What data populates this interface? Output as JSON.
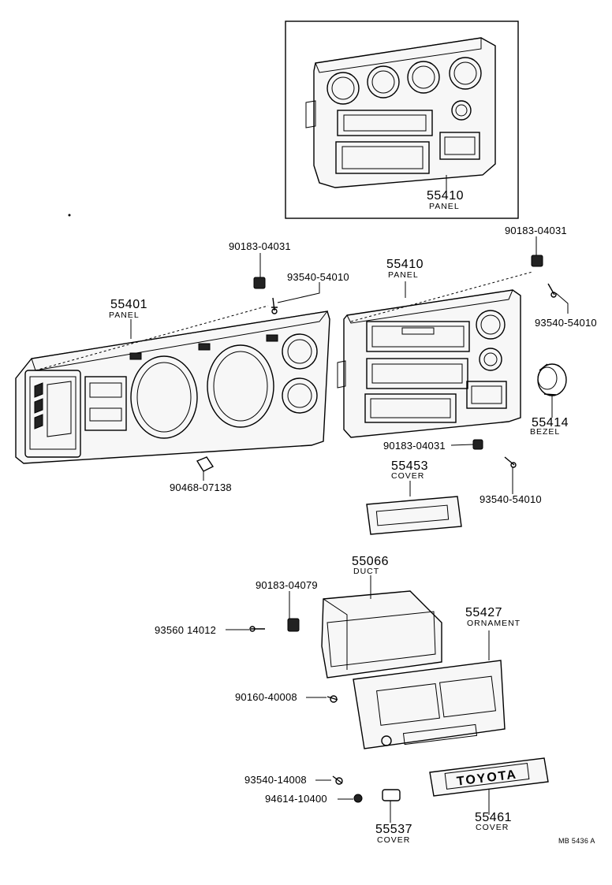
{
  "labels": {
    "l55410_top": {
      "code": "55410",
      "name": "PANEL"
    },
    "l90183_left": "90183-04031",
    "l93540_a": "93540-54010",
    "l55401": {
      "code": "55401",
      "name": "PANEL"
    },
    "l55410_mid": {
      "code": "55410",
      "name": "PANEL"
    },
    "l90183_right": "90183-04031",
    "l93540_b": "93540-54010",
    "l55414": {
      "code": "55414",
      "name": "BEZEL"
    },
    "l90183_center": "90183-04031",
    "l90468": "90468-07138",
    "l55453": {
      "code": "55453",
      "name": "COVER"
    },
    "l93540_c": "93540-54010",
    "l55066": {
      "code": "55066",
      "name": "DUCT"
    },
    "l90183_04079": "90183-04079",
    "l93560": "93560 14012",
    "l55427": {
      "code": "55427",
      "name": "ORNAMENT"
    },
    "l90160": "90160-40008",
    "l93540_14008": "93540-14008",
    "l94614": "94614-10400",
    "l55461": {
      "code": "55461",
      "name": "COVER"
    },
    "l55537": {
      "code": "55537",
      "name": "COVER"
    }
  },
  "emblem_text": "TOYOTA",
  "drawing_ref": "MB 5436 A"
}
